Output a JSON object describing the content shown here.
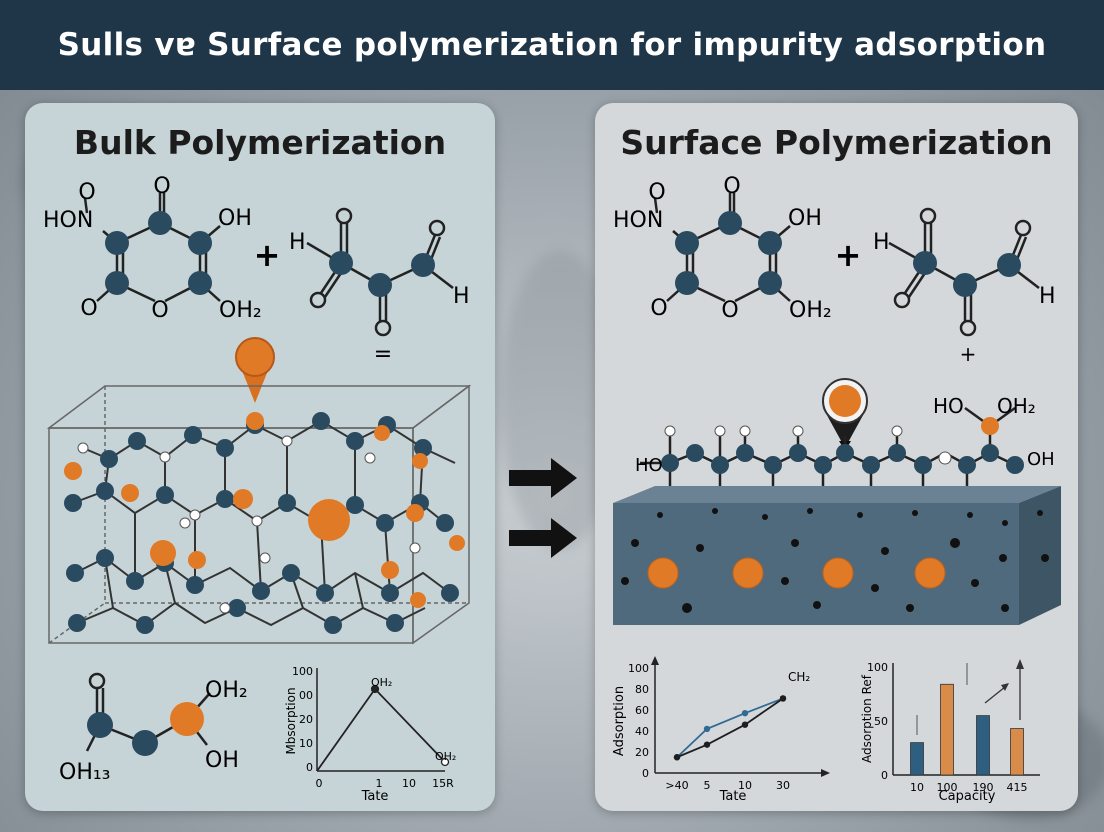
{
  "header": {
    "title": "Sulls vɐ Surface polymerization for impurity adsorption"
  },
  "left_panel": {
    "title": "Bulk Polymerization",
    "monomer_a": {
      "o_top": "O",
      "hon": "HON",
      "oh": "OH",
      "o_left": "O",
      "o_ring": "O",
      "oh2": "OH₂"
    },
    "plus": "+",
    "monomer_b": {
      "h_left": "H",
      "h_right": "H",
      "equals": "="
    },
    "product": {
      "oh2": "OH₂",
      "oh": "OH",
      "oh13": "OH₁₃"
    },
    "chart_data": {
      "type": "line",
      "title": "",
      "xlabel": "Tate",
      "ylabel": "Mbsorption",
      "x_tick_labels": [
        "0",
        "1",
        "10",
        "15R"
      ],
      "y_tick_labels": [
        "100",
        "00",
        "20",
        "10",
        "0"
      ],
      "annotations": [
        "OH₂",
        "OH₂"
      ],
      "series": [
        {
          "x_labels": [
            "0",
            "1",
            "15R"
          ],
          "values": [
            0,
            82,
            9
          ]
        }
      ],
      "ylim": [
        0,
        100
      ]
    }
  },
  "right_panel": {
    "title": "Surface Polymerization",
    "monomer_a": {
      "o_top": "O",
      "hon": "HON",
      "oh": "OH",
      "o_left": "O",
      "o_ring": "O",
      "oh2": "OH₂"
    },
    "plus": "+",
    "monomer_b": {
      "h_left": "H",
      "h_right": "H",
      "plus_below": "+"
    },
    "surface_labels": {
      "ho_left": "HO",
      "ho_top": "HO",
      "oh2_top": "OH₂",
      "oh_right": "OH"
    },
    "chart_line": {
      "type": "line",
      "title": "",
      "xlabel": "Tate",
      "ylabel": "Adsorption",
      "x_tick_labels": [
        ">40",
        "5",
        "10",
        "30"
      ],
      "y_tick_labels": [
        "100",
        "80",
        "60",
        "40",
        "20",
        "0"
      ],
      "annotation": "CH₂",
      "series": [
        {
          "color": "#2f6b95",
          "values": [
            15,
            42,
            57,
            71
          ]
        },
        {
          "color": "#1e1e1e",
          "values": [
            15,
            27,
            46,
            71
          ]
        }
      ],
      "ylim": [
        0,
        100
      ]
    },
    "chart_bar": {
      "type": "bar",
      "title": "",
      "xlabel": "Capacity",
      "ylabel": "Adsorption Ref",
      "categories": [
        "10",
        "100",
        "190",
        "415"
      ],
      "values": [
        30,
        84,
        55,
        43
      ],
      "colors": [
        "#2f5f80",
        "#d98b4a",
        "#2f5f80",
        "#d98b4a"
      ],
      "y_tick_labels": [
        "100",
        "50",
        "0"
      ],
      "ylim": [
        0,
        100
      ]
    }
  },
  "colors": {
    "header_bg": "#1f3548",
    "atom_dark": "#2a4a60",
    "impurity": "#e07a26",
    "block": "#4f6a7c"
  }
}
